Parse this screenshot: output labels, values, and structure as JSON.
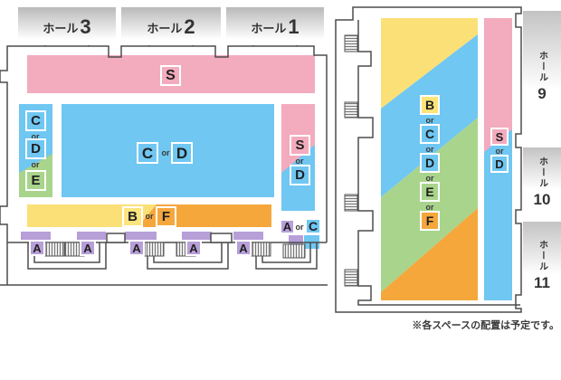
{
  "disclaimer": "※各スペースの配置は予定です。",
  "or_label": "or",
  "halls_top": [
    {
      "prefix": "ホール",
      "number": "3"
    },
    {
      "prefix": "ホール",
      "number": "2"
    },
    {
      "prefix": "ホール",
      "number": "1"
    }
  ],
  "halls_right": [
    {
      "prefix": "ホール",
      "number": "9"
    },
    {
      "prefix": "ホール",
      "number": "10"
    },
    {
      "prefix": "ホール",
      "number": "11"
    }
  ],
  "left_building": {
    "stage_label": "S",
    "left_strip_labels": [
      "C",
      "D",
      "E"
    ],
    "main_floor_labels": [
      "C",
      "D"
    ],
    "right_strip_labels": [
      "S",
      "D"
    ],
    "front_band_labels": [
      "B",
      "F"
    ],
    "corner_labels": [
      "A",
      "C"
    ],
    "entrance_labels": [
      "A",
      "A",
      "A",
      "A",
      "A"
    ]
  },
  "right_building": {
    "main_floor_labels": [
      "B",
      "C",
      "D",
      "E",
      "F"
    ],
    "side_strip_labels": [
      "S",
      "D"
    ]
  },
  "colors": {
    "pink": "#F3ABBE",
    "blue": "#6FC7F2",
    "green": "#A9D48C",
    "yellow": "#FBE077",
    "orange": "#F5A73C",
    "purple": "#B79FD8",
    "outline": "#4D4D4D"
  }
}
